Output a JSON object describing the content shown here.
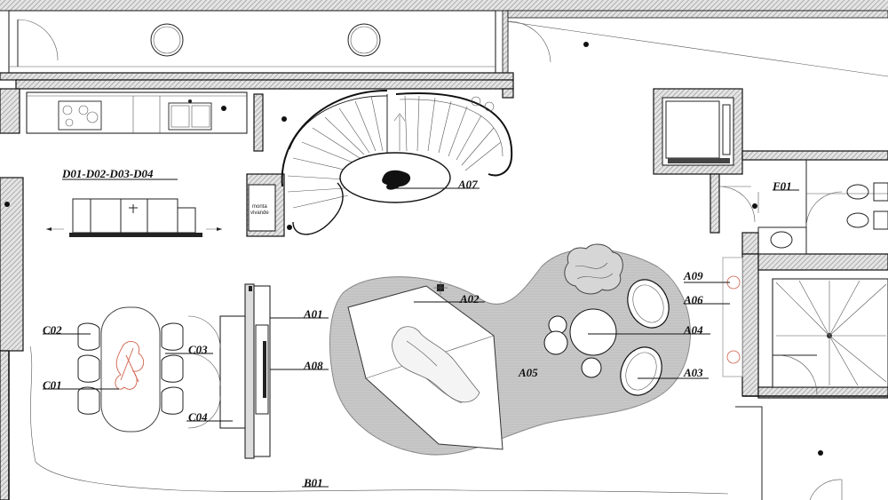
{
  "labels": {
    "kitchen": "D01-D02-D03-D04",
    "stair": "A07",
    "a01": "A01",
    "a02": "A02",
    "a03": "A03",
    "a04": "A04",
    "a05": "A05",
    "a06": "A06",
    "a08": "A08",
    "a09": "A09",
    "b01": "B01",
    "c01": "C01",
    "c02": "C02",
    "c03": "C03",
    "c04": "C04",
    "f01": "F01"
  },
  "lift_label_line1": "monta",
  "lift_label_line2": "vivande",
  "colors": {
    "wall_hatch": "#9a9a9a",
    "rug_fill": "#c8c8c8",
    "sketch_accent": "#d0604a",
    "line": "#111111"
  }
}
